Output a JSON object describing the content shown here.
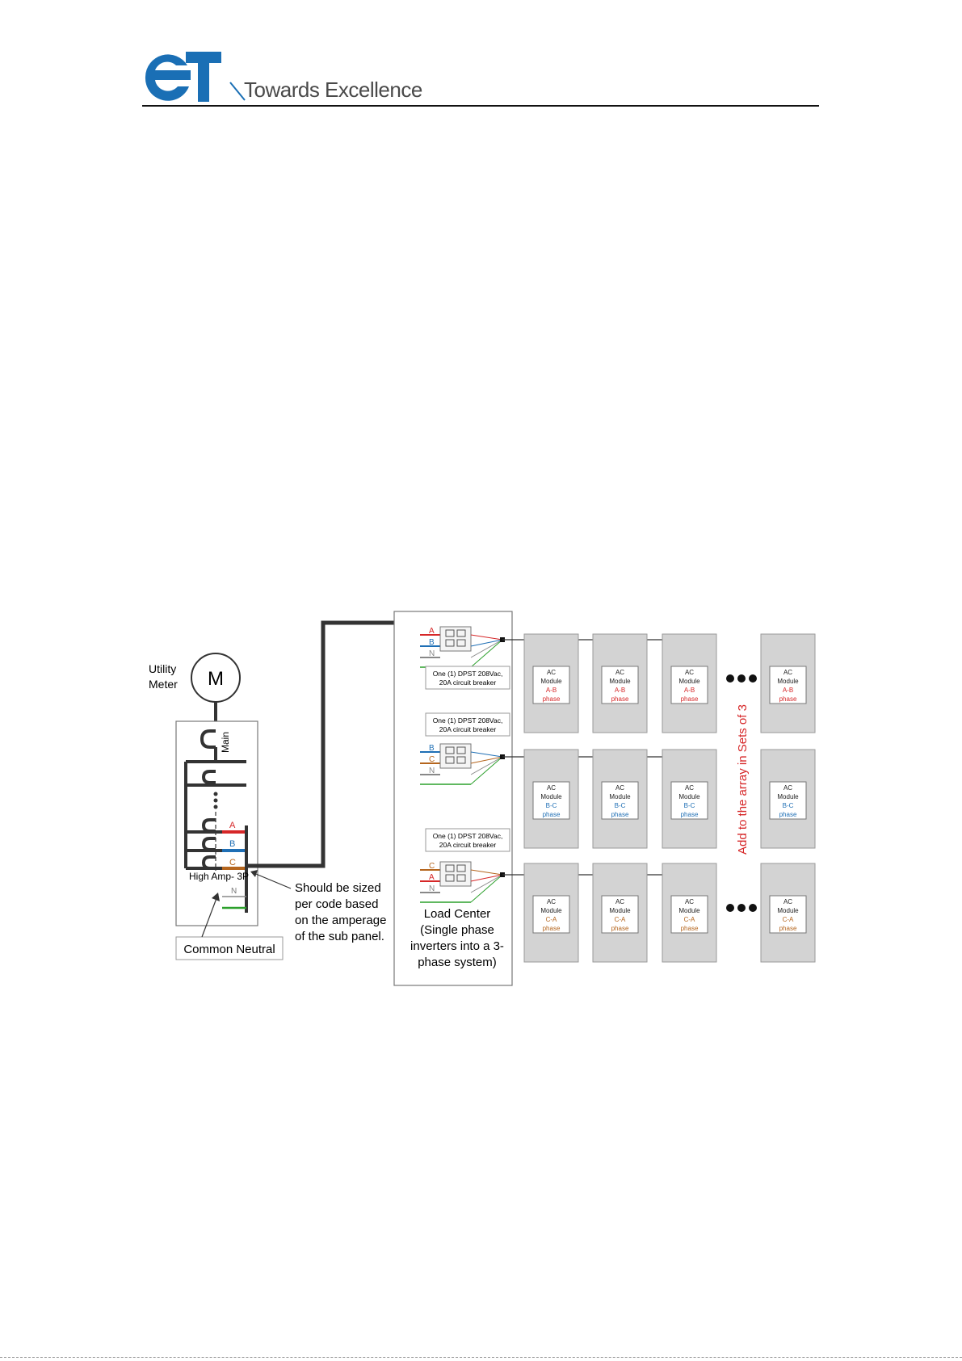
{
  "header": {
    "logo_text": "ET",
    "tagline": "Towards Excellence",
    "logo_color": "#1a6fb5"
  },
  "meter": {
    "label_line1": "Utility",
    "label_line2": "Meter",
    "symbol": "M"
  },
  "panel": {
    "main_label": "Main",
    "high_amp_label": "High Amp- 3P",
    "phase_a": "A",
    "phase_b": "B",
    "phase_c": "C",
    "neutral": "N",
    "ellipsis": "•\n•\n•"
  },
  "notes": {
    "common_neutral": "Common Neutral",
    "sizing_line1": "Should be sized",
    "sizing_line2": "per code based",
    "sizing_line3": "on the amperage",
    "sizing_line4": "of the sub panel."
  },
  "load_center": {
    "line1": "Load Center",
    "line2": "(Single phase",
    "line3": "inverters into a 3-",
    "line4": "phase system)"
  },
  "breaker_rows": [
    {
      "wires": [
        "A",
        "B",
        "N"
      ],
      "note_line1": "One (1) DPST 208Vac,",
      "note_line2": "20A circuit breaker",
      "modules": [
        {
          "l1": "AC",
          "l2": "Module",
          "l3": "A-B",
          "l4": "phase"
        },
        {
          "l1": "AC",
          "l2": "Module",
          "l3": "A-B",
          "l4": "phase"
        },
        {
          "l1": "AC",
          "l2": "Module",
          "l3": "A-B",
          "l4": "phase"
        },
        {
          "l1": "AC",
          "l2": "Module",
          "l3": "A-B",
          "l4": "phase"
        }
      ]
    },
    {
      "wires": [
        "B",
        "C",
        "N"
      ],
      "note_line1": "One (1) DPST 208Vac,",
      "note_line2": "20A circuit breaker",
      "modules": [
        {
          "l1": "AC",
          "l2": "Module",
          "l3": "B-C",
          "l4": "phase"
        },
        {
          "l1": "AC",
          "l2": "Module",
          "l3": "B-C",
          "l4": "phase"
        },
        {
          "l1": "AC",
          "l2": "Module",
          "l3": "B-C",
          "l4": "phase"
        },
        {
          "l1": "AC",
          "l2": "Module",
          "l3": "B-C",
          "l4": "phase"
        }
      ]
    },
    {
      "wires": [
        "C",
        "A",
        "N"
      ],
      "note_line1": "One (1) DPST 208Vac,",
      "note_line2": "20A circuit breaker",
      "modules": [
        {
          "l1": "AC",
          "l2": "Module",
          "l3": "C-A",
          "l4": "phase"
        },
        {
          "l1": "AC",
          "l2": "Module",
          "l3": "C-A",
          "l4": "phase"
        },
        {
          "l1": "AC",
          "l2": "Module",
          "l3": "C-A",
          "l4": "phase"
        },
        {
          "l1": "AC",
          "l2": "Module",
          "l3": "C-A",
          "l4": "phase"
        }
      ]
    }
  ],
  "array_note": "Add to the array in Sets of 3",
  "colors": {
    "phase_a": "#d62728",
    "phase_b": "#1f6fb5",
    "phase_c": "#b5651d",
    "neutral": "#888888",
    "ground": "#2ca02c",
    "module_fill": "#d3d3d3",
    "array_note": "#d62728"
  }
}
